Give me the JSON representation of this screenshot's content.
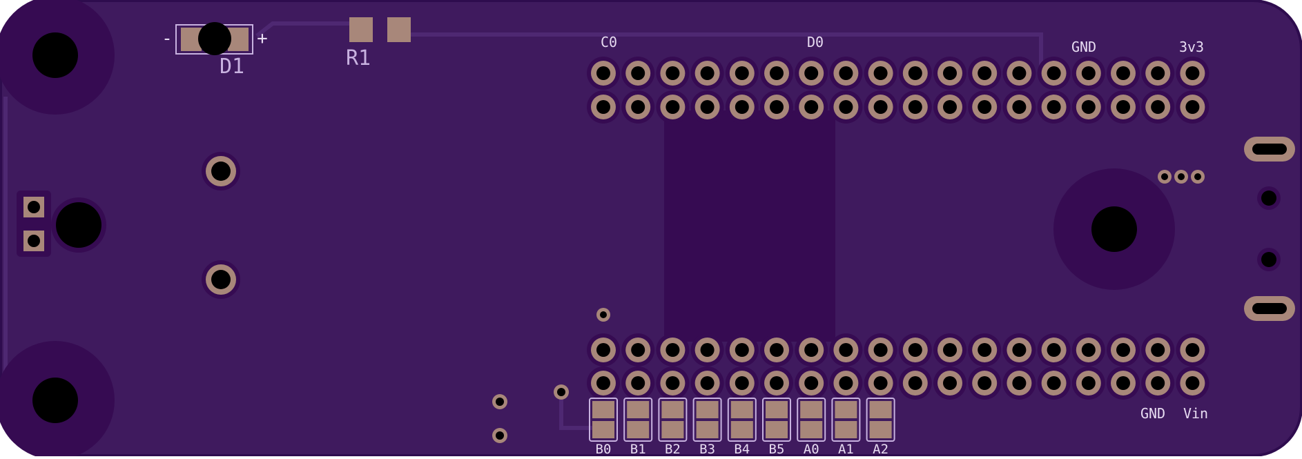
{
  "board": {
    "colors": {
      "board": "#3f1a5e",
      "edge": "#2e0c4e",
      "pour": "#360b52",
      "trace": "#4e2872",
      "outline": "#c8b2e0",
      "copper": "#a8877a",
      "hole": "#000000",
      "silk": "#e8dcf2"
    },
    "labels": {
      "d1": "D1",
      "r1": "R1",
      "d1_minus": "-",
      "d1_plus": "+",
      "c0": "C0",
      "d0": "D0",
      "gnd_top": "GND",
      "v33": "3v3",
      "gnd_bottom": "GND",
      "vin": "Vin"
    },
    "pad_labels": [
      "B0",
      "B1",
      "B2",
      "B3",
      "B4",
      "B5",
      "A0",
      "A1",
      "A2"
    ]
  }
}
